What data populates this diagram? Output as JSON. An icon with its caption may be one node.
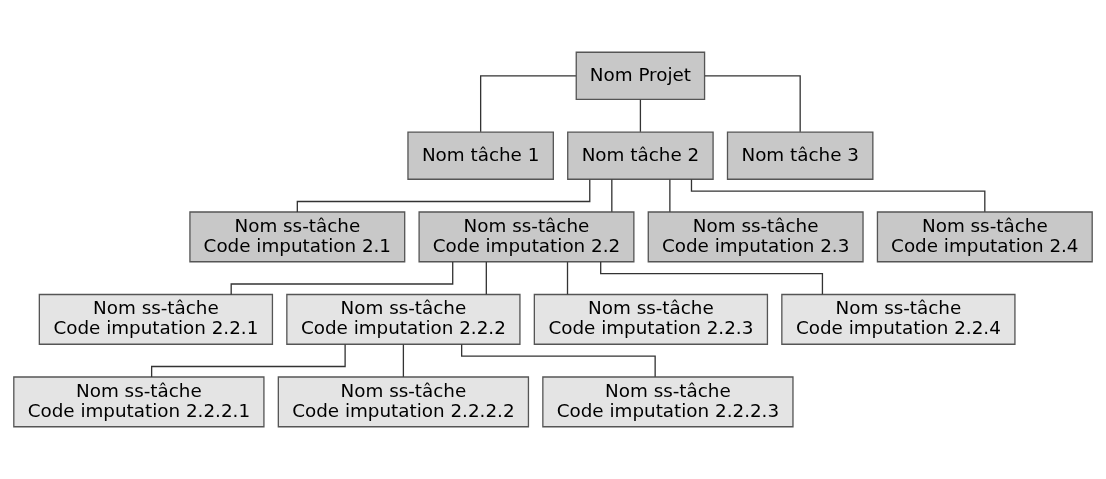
{
  "diagram": {
    "nodes": [
      {
        "text": [
          "Nom Projet"
        ]
      },
      {
        "text": [
          "Nom tâche 1"
        ]
      },
      {
        "text": [
          "Nom tâche 2"
        ]
      },
      {
        "text": [
          "Nom tâche 3"
        ]
      },
      {
        "text": [
          "Nom ss-tâche",
          "Code imputation 2.1"
        ]
      },
      {
        "text": [
          "Nom ss-tâche",
          "Code imputation 2.2"
        ]
      },
      {
        "text": [
          "Nom ss-tâche",
          "Code imputation 2.3"
        ]
      },
      {
        "text": [
          "Nom ss-tâche",
          "Code imputation 2.4"
        ]
      },
      {
        "text": [
          "Nom ss-tâche",
          "Code imputation 2.2.1"
        ]
      },
      {
        "text": [
          "Nom ss-tâche",
          "Code imputation 2.2.2"
        ]
      },
      {
        "text": [
          "Nom ss-tâche",
          "Code imputation 2.2.3"
        ]
      },
      {
        "text": [
          "Nom ss-tâche",
          "Code imputation 2.2.4"
        ]
      },
      {
        "text": [
          "Nom ss-tâche",
          "Code imputation 2.2.2.1"
        ]
      },
      {
        "text": [
          "Nom ss-tâche",
          "Code imputation 2.2.2.2"
        ]
      },
      {
        "text": [
          "Nom ss-tâche",
          "Code imputation 2.2.2.3"
        ]
      }
    ],
    "edges": [
      {
        "from": 0,
        "to": 1,
        "arrow": "none"
      },
      {
        "from": 0,
        "to": 2,
        "arrow": "none"
      },
      {
        "from": 0,
        "to": 3,
        "arrow": "none"
      },
      {
        "from": 2,
        "to": 4,
        "arrow": "none"
      },
      {
        "from": 2,
        "to": 5,
        "arrow": "none"
      },
      {
        "from": 2,
        "to": 6,
        "arrow": "none"
      },
      {
        "from": 2,
        "to": 7,
        "arrow": "none"
      },
      {
        "from": 5,
        "to": 8,
        "arrow": "none"
      },
      {
        "from": 5,
        "to": 9,
        "arrow": "none"
      },
      {
        "from": 5,
        "to": 10,
        "arrow": "none"
      },
      {
        "from": 5,
        "to": 11,
        "arrow": "none"
      },
      {
        "from": 9,
        "to": 12,
        "arrow": "none"
      },
      {
        "from": 9,
        "to": 13,
        "arrow": "none"
      },
      {
        "from": 9,
        "to": 14,
        "arrow": "none"
      }
    ]
  }
}
